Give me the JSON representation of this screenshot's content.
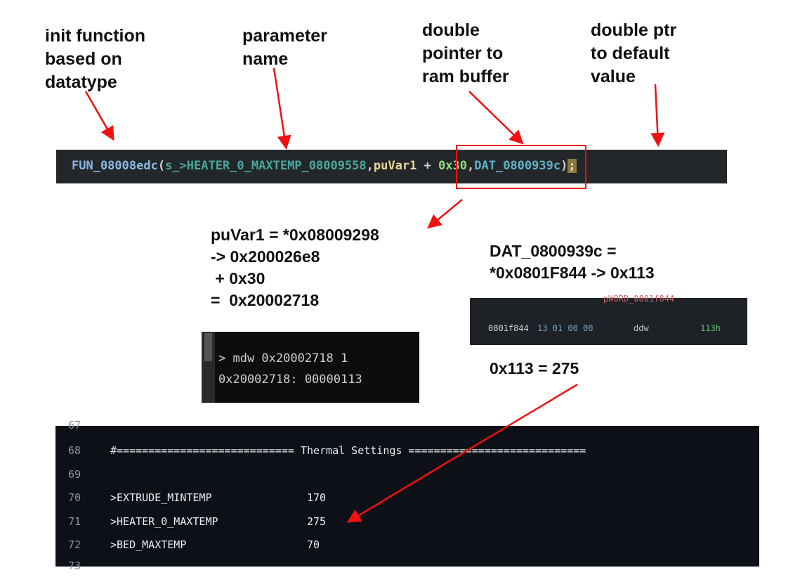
{
  "labels": {
    "init_function": "init function\nbased on\ndatatype",
    "parameter_name": "parameter\nname",
    "double_pointer": "double\npointer to\nram buffer",
    "double_ptr_default": "double ptr\nto default\nvalue"
  },
  "code_line": {
    "function": "FUN_08008edc",
    "open_paren": "(",
    "string_ref": "s_>HEATER_0_MAXTEMP_08009558",
    "comma1": ",",
    "var": "puVar1",
    "plus": " + ",
    "offset": "0x30",
    "comma2": ",",
    "data_ref": "DAT_0800939c",
    "close": ")",
    "semicolon": ";"
  },
  "pointer_note": "puVar1 = *0x08009298\n-> 0x200026e8\n + 0x30\n=  0x20002718",
  "dat_note": "DAT_0800939c =\n*0x0801F844 -> 0x113",
  "conversion_note": "0x113 = 275",
  "terminal": {
    "line1": "> mdw 0x20002718 1",
    "line2": "0x20002718: 00000113"
  },
  "memview": {
    "overlay_label": "pWORD_0801f844",
    "address": "0801f844",
    "bytes": "13 01 00 00",
    "opcode": "ddw",
    "value": "113h"
  },
  "config": {
    "rows": [
      {
        "num": "67",
        "text": "",
        "value": ""
      },
      {
        "num": "68",
        "text": "#============================ Thermal Settings ============================",
        "value": ""
      },
      {
        "num": "69",
        "text": "",
        "value": ""
      },
      {
        "num": "70",
        "text": ">EXTRUDE_MINTEMP",
        "value": "170"
      },
      {
        "num": "71",
        "text": ">HEATER_0_MAXTEMP",
        "value": "275"
      },
      {
        "num": "72",
        "text": ">BED_MAXTEMP",
        "value": "70"
      },
      {
        "num": "73",
        "text": "",
        "value": ""
      }
    ]
  },
  "colors": {
    "arrow": "#ee1111"
  }
}
